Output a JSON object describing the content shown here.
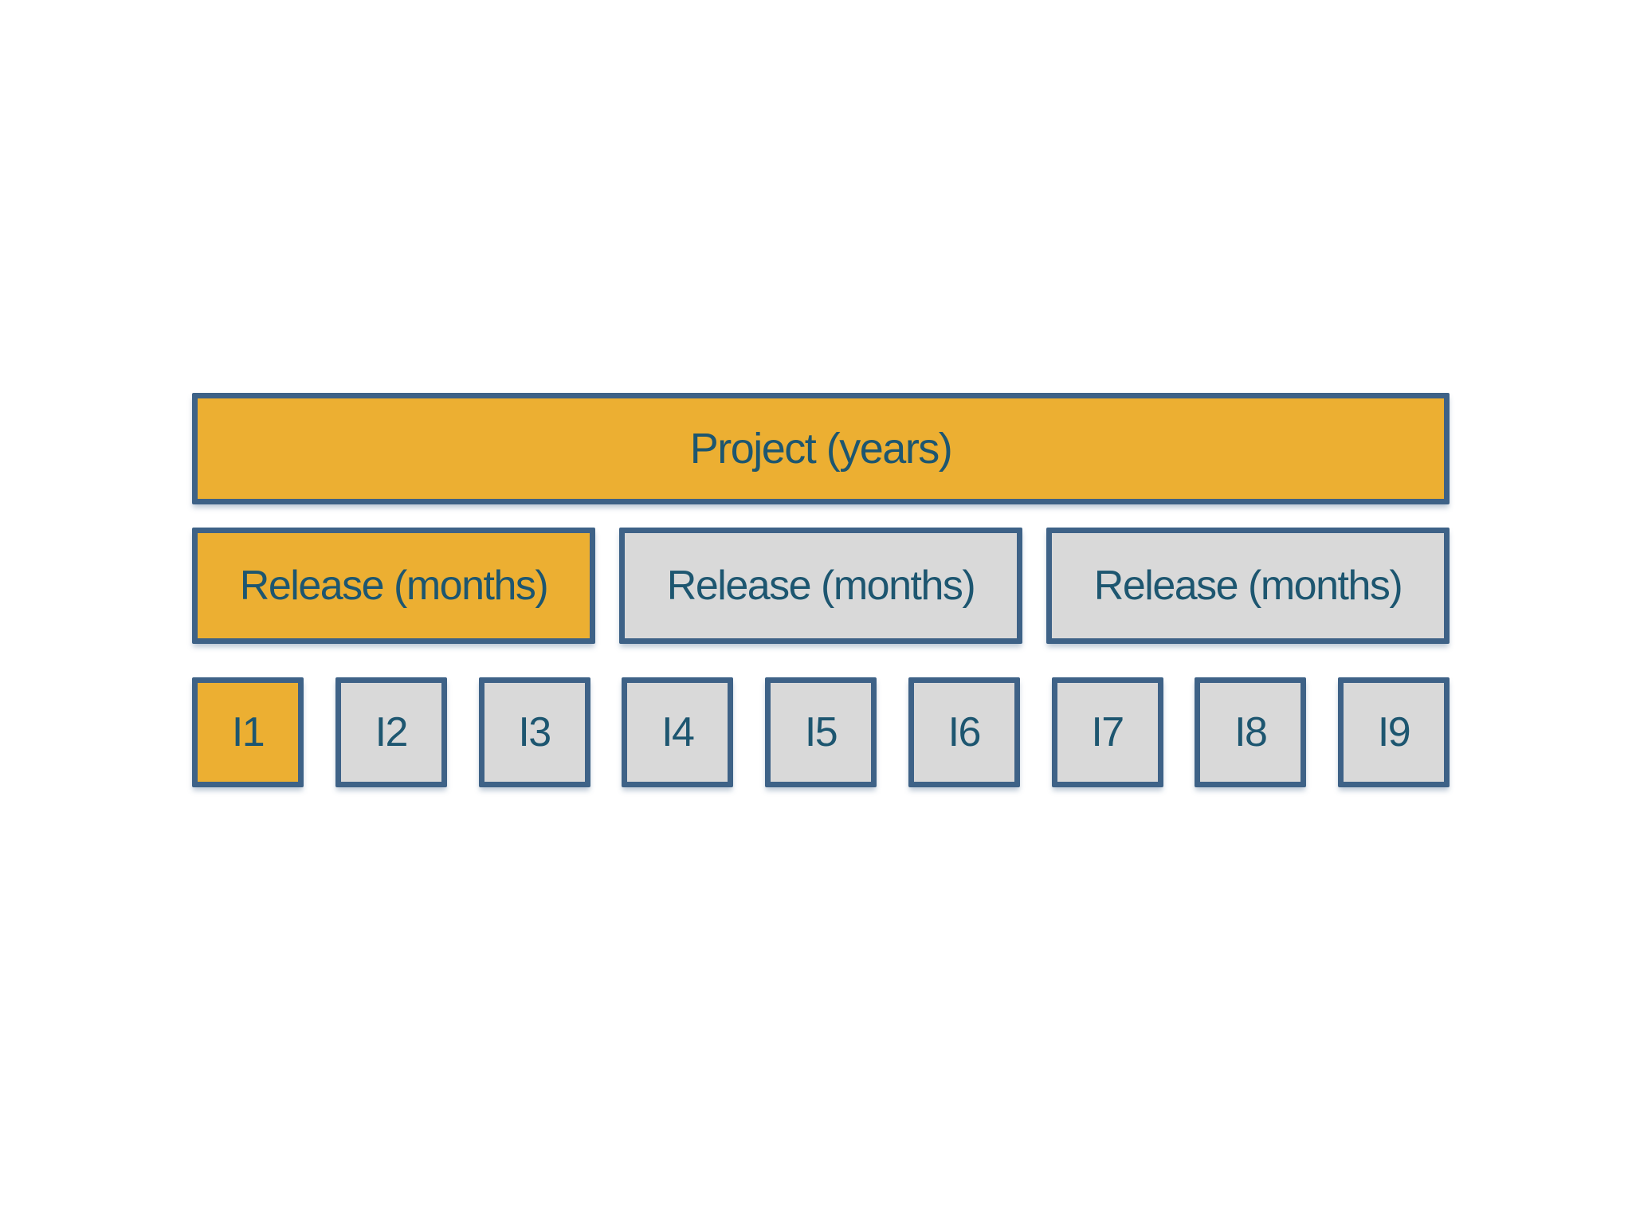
{
  "colors": {
    "canvas": "#FFFFFF",
    "highlight": "#ECAF32",
    "neutral": "#D9D9D9",
    "border": "#3E6287",
    "text": "#1D5670"
  },
  "project": {
    "label": "Project (years)"
  },
  "releases": [
    {
      "label": "Release (months)",
      "state": "highlight"
    },
    {
      "label": "Release (months)",
      "state": "neutral"
    },
    {
      "label": "Release (months)",
      "state": "neutral"
    }
  ],
  "iterations": [
    {
      "label": "I1",
      "state": "highlight"
    },
    {
      "label": "I2",
      "state": "neutral"
    },
    {
      "label": "I3",
      "state": "neutral"
    },
    {
      "label": "I4",
      "state": "neutral"
    },
    {
      "label": "I5",
      "state": "neutral"
    },
    {
      "label": "I6",
      "state": "neutral"
    },
    {
      "label": "I7",
      "state": "neutral"
    },
    {
      "label": "I8",
      "state": "neutral"
    },
    {
      "label": "I9",
      "state": "neutral"
    }
  ]
}
